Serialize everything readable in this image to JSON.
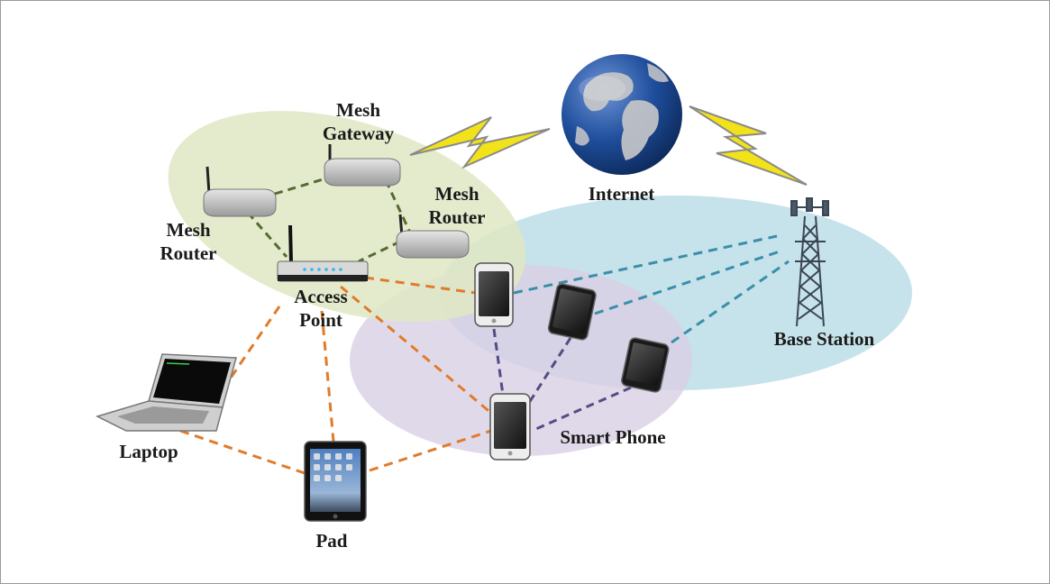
{
  "labels": {
    "mesh_gateway": [
      "Mesh",
      "Gateway"
    ],
    "mesh_router_left": [
      "Mesh",
      "Router"
    ],
    "mesh_router_right": [
      "Mesh",
      "Router"
    ],
    "access_point": [
      "Access",
      "Point"
    ],
    "internet": "Internet",
    "base_station": "Base Station",
    "smart_phone": "Smart Phone",
    "laptop": "Laptop",
    "pad": "Pad"
  },
  "colors": {
    "mesh_zone": "#dfe8c4",
    "cellular_zone": "#bcdde6",
    "ad_hoc_zone": "#d8d0e4",
    "mesh_link": "#556b2f",
    "wifi_link": "#e07b2a",
    "cellular_link": "#3a8fa8",
    "ad_hoc_link": "#5a4a82",
    "lightning": "#f2e21a",
    "border": "#9a9a9a"
  },
  "icons": [
    "globe-icon",
    "router-icon",
    "access-point-icon",
    "tower-icon",
    "smartphone-icon",
    "laptop-icon",
    "tablet-icon",
    "lightning-icon"
  ]
}
